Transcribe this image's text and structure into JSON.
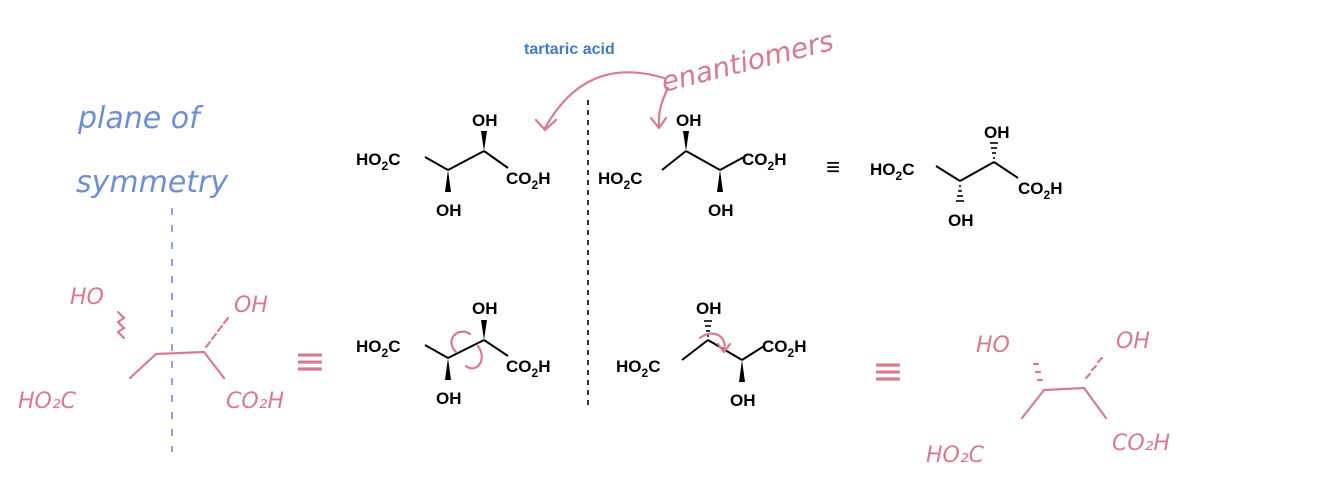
{
  "title": "tartaric acid",
  "annotations": {
    "enantiomers": "enantiomers",
    "plane_of_line1": "plane of",
    "plane_of_line2": "symmetry"
  },
  "labels": {
    "OH": "OH",
    "HO": "HO",
    "HO2C_main": "HO",
    "CO2H_main": "CO",
    "sub2": "2",
    "H": "H",
    "C": "C",
    "equiv": "≡"
  },
  "handwritten": {
    "left_HO": "HO",
    "left_OH": "OH",
    "left_HO2C": "HO₂C",
    "left_CO2H": "CO₂H",
    "right_HO": "HO",
    "right_OH": "OH",
    "right_HO2C": "HO₂C",
    "right_CO2H": "CO₂H",
    "equiv": "≡"
  },
  "colors": {
    "title": "#3f7cc4",
    "pink_ink": "#d77a90",
    "blue_ink": "#6d8fd4"
  }
}
